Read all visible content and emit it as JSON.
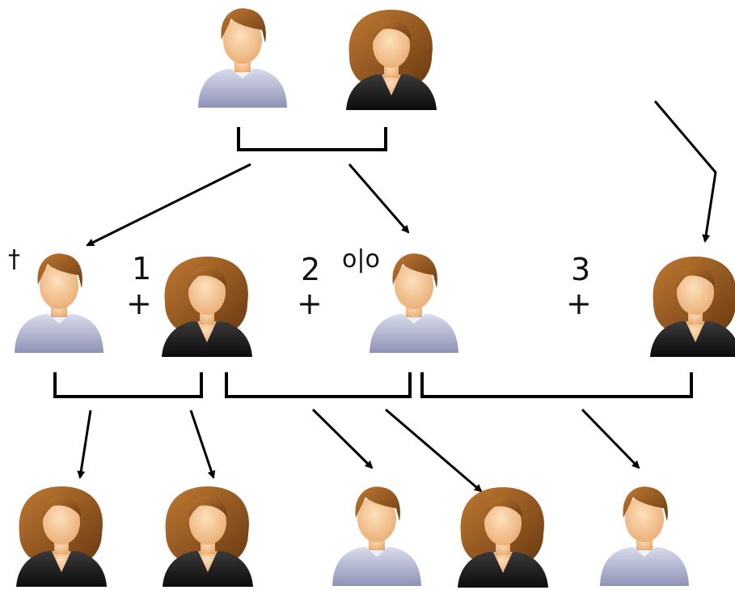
{
  "people": [
    {
      "id": "p1",
      "gender": "male",
      "icon": "male-person-icon"
    },
    {
      "id": "p2",
      "gender": "female",
      "icon": "female-person-icon"
    },
    {
      "id": "p3",
      "gender": "male",
      "icon": "male-person-icon",
      "mark": "†"
    },
    {
      "id": "p4",
      "gender": "female",
      "icon": "female-person-icon"
    },
    {
      "id": "p5",
      "gender": "male",
      "icon": "male-person-icon",
      "mark": "o|o"
    },
    {
      "id": "p6",
      "gender": "female",
      "icon": "female-person-icon"
    },
    {
      "id": "c1",
      "gender": "female",
      "icon": "female-person-icon"
    },
    {
      "id": "c2",
      "gender": "female",
      "icon": "female-person-icon"
    },
    {
      "id": "c3",
      "gender": "male",
      "icon": "male-person-icon"
    },
    {
      "id": "c4",
      "gender": "female",
      "icon": "female-person-icon"
    },
    {
      "id": "c5",
      "gender": "male",
      "icon": "male-person-icon"
    }
  ],
  "unions": [
    {
      "number": "1",
      "symbol": "+"
    },
    {
      "number": "2",
      "symbol": "+"
    },
    {
      "number": "3",
      "symbol": "+"
    }
  ],
  "marks": {
    "deceased": "†",
    "divorced": "o|o"
  },
  "colors": {
    "hair": "#9a5a22",
    "skin": "#f6c48f",
    "male_shirt": "#aab0cf",
    "female_top": "#1b1b1b",
    "lines": "#000000"
  }
}
